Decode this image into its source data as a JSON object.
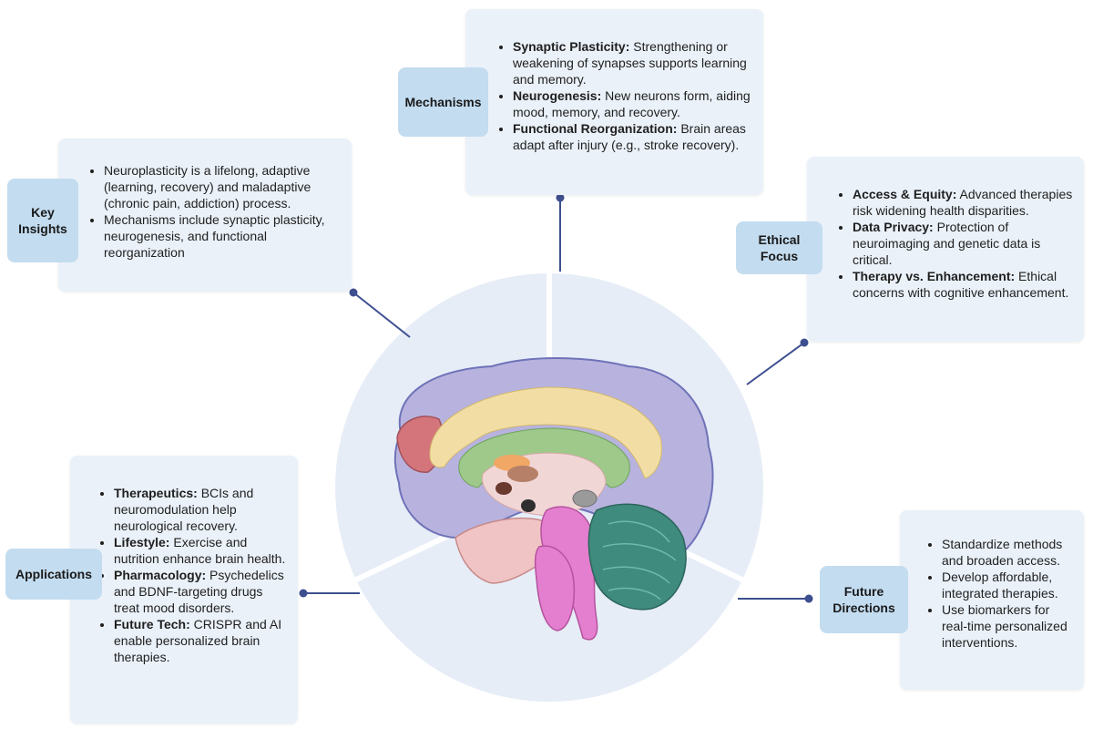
{
  "diagram": {
    "center": {
      "icon": "brain-sagittal-icon"
    },
    "key_insights": {
      "label": "Key Insights",
      "items": [
        {
          "bold": "",
          "text": "Neuroplasticity is a lifelong, adaptive (learning, recovery) and maladaptive (chronic pain, addiction) process."
        },
        {
          "bold": "",
          "text": "Mechanisms include synaptic plasticity, neurogenesis, and functional reorganization"
        }
      ]
    },
    "mechanisms": {
      "label": "Mechanisms",
      "items": [
        {
          "bold": "Synaptic Plasticity:",
          "text": " Strengthening or weakening of synapses supports learning and memory."
        },
        {
          "bold": "Neurogenesis:",
          "text": " New neurons form, aiding mood, memory, and recovery."
        },
        {
          "bold": "Functional Reorganization:",
          "text": " Brain areas adapt after injury (e.g., stroke recovery)."
        }
      ]
    },
    "ethical_focus": {
      "label": "Ethical Focus",
      "items": [
        {
          "bold": "Access & Equity:",
          "text": " Advanced therapies risk widening health disparities."
        },
        {
          "bold": "Data Privacy:",
          "text": " Protection of neuroimaging and genetic data is critical."
        },
        {
          "bold": "Therapy vs. Enhancement:",
          "text": " Ethical concerns with cognitive enhancement."
        }
      ]
    },
    "applications": {
      "label": "Applications",
      "items": [
        {
          "bold": "Therapeutics:",
          "text": " BCIs and neuromodulation help neurological recovery."
        },
        {
          "bold": "Lifestyle:",
          "text": " Exercise and nutrition enhance brain health."
        },
        {
          "bold": "Pharmacology:",
          "text": " Psychedelics and BDNF-targeting drugs treat mood disorders."
        },
        {
          "bold": "Future Tech:",
          "text": " CRISPR and AI enable personalized brain therapies."
        }
      ]
    },
    "future_directions": {
      "label": "Future Directions",
      "items": [
        {
          "bold": "",
          "text": "Standardize methods and broaden access."
        },
        {
          "bold": "",
          "text": "Develop affordable, integrated therapies."
        },
        {
          "bold": "",
          "text": "Use biomarkers for real-time personalized interventions."
        }
      ]
    },
    "colors": {
      "card_bg": "#eaf1f9",
      "label_bg": "#c3dcf0",
      "connector": "#3d4f8f",
      "circle_bg": "#e6edf7"
    }
  }
}
